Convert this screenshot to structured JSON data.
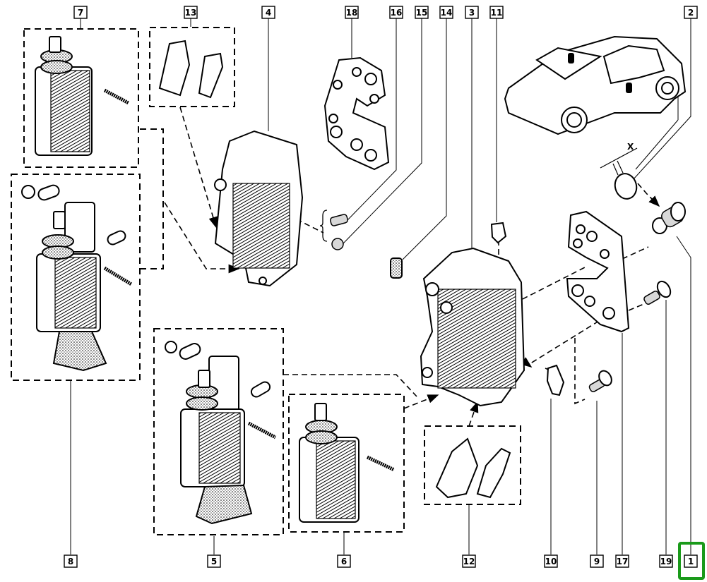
{
  "diagram": {
    "title": "Door lock assembly exploded parts view",
    "callouts_top": [
      {
        "id": "callout-7",
        "label": "7"
      },
      {
        "id": "callout-13",
        "label": "13"
      },
      {
        "id": "callout-4",
        "label": "4"
      },
      {
        "id": "callout-18",
        "label": "18"
      },
      {
        "id": "callout-16",
        "label": "16"
      },
      {
        "id": "callout-15",
        "label": "15"
      },
      {
        "id": "callout-14",
        "label": "14"
      },
      {
        "id": "callout-3",
        "label": "3"
      },
      {
        "id": "callout-11",
        "label": "11"
      },
      {
        "id": "callout-2",
        "label": "2"
      }
    ],
    "callouts_bottom": [
      {
        "id": "callout-8",
        "label": "8"
      },
      {
        "id": "callout-5",
        "label": "5"
      },
      {
        "id": "callout-6",
        "label": "6"
      },
      {
        "id": "callout-12",
        "label": "12"
      },
      {
        "id": "callout-10",
        "label": "10"
      },
      {
        "id": "callout-9",
        "label": "9"
      },
      {
        "id": "callout-17",
        "label": "17"
      },
      {
        "id": "callout-19",
        "label": "19"
      },
      {
        "id": "callout-1",
        "label": "1"
      }
    ],
    "dimension_label": "X",
    "highlighted_callout": "1",
    "highlight_color": "#1a9a1a"
  }
}
